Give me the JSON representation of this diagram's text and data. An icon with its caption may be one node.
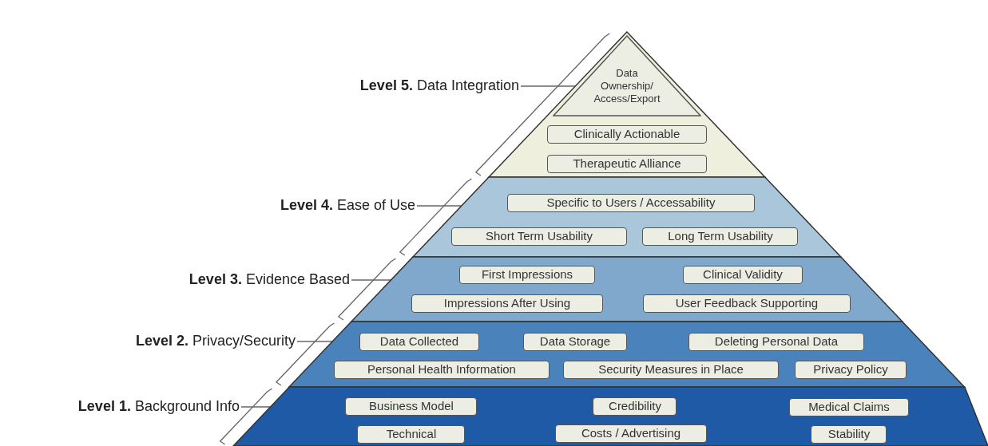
{
  "diagram": {
    "nodes": [
      {
        "text": [
          "**Level 5.** Data Integration"
        ]
      },
      {
        "text": [],
        "shape": "triangle"
      },
      {
        "text": [
          "Data Ownership/ Access/Export"
        ],
        "in": 1
      },
      {
        "text": [
          "Clinically Actionable"
        ],
        "in": 1
      },
      {
        "text": [
          "Therapeutic Alliance"
        ],
        "in": 1
      },
      {
        "text": [
          "**Level 4.** Ease of Use"
        ]
      },
      {
        "text": [],
        "shape": "band"
      },
      {
        "text": [
          "Specific to Users / Accessability"
        ],
        "in": 6
      },
      {
        "text": [
          "Short Term Usability"
        ],
        "in": 6
      },
      {
        "text": [
          "Long Term Usability"
        ],
        "in": 6
      },
      {
        "text": [
          "**Level 3.** Evidence Based"
        ]
      },
      {
        "text": [],
        "shape": "band"
      },
      {
        "text": [
          "First Impressions"
        ],
        "in": 11
      },
      {
        "text": [
          "Clinical Validity"
        ],
        "in": 11
      },
      {
        "text": [
          "Impressions After Using"
        ],
        "in": 11
      },
      {
        "text": [
          "User Feedback Supporting"
        ],
        "in": 11
      },
      {
        "text": [
          "**Level 2.** Privacy/Security"
        ]
      },
      {
        "text": [],
        "shape": "band"
      },
      {
        "text": [
          "Data Collected"
        ],
        "in": 17
      },
      {
        "text": [
          "Data Storage"
        ],
        "in": 17
      },
      {
        "text": [
          "Deleting Personal Data"
        ],
        "in": 17
      },
      {
        "text": [
          "Personal Health Information"
        ],
        "in": 17
      },
      {
        "text": [
          "Security Measures in Place"
        ],
        "in": 17
      },
      {
        "text": [
          "Privacy Policy"
        ],
        "in": 17
      },
      {
        "text": [
          "**Level 1.** Background Info"
        ]
      },
      {
        "text": [],
        "shape": "band"
      },
      {
        "text": [
          "Business Model"
        ],
        "in": 25
      },
      {
        "text": [
          "Credibility"
        ],
        "in": 25
      },
      {
        "text": [
          "Medical Claims"
        ],
        "in": 25
      },
      {
        "text": [
          "Technical"
        ],
        "in": 25
      },
      {
        "text": [
          "Costs / Advertising"
        ],
        "in": 25
      },
      {
        "text": [
          "Stability"
        ],
        "in": 25
      }
    ],
    "edges": [
      {
        "from": 0,
        "to": 1,
        "arrow": "none"
      },
      {
        "from": 5,
        "to": 6,
        "arrow": "none"
      },
      {
        "from": 10,
        "to": 11,
        "arrow": "none"
      },
      {
        "from": 16,
        "to": 17,
        "arrow": "none"
      },
      {
        "from": 24,
        "to": 25,
        "arrow": "none"
      }
    ]
  }
}
